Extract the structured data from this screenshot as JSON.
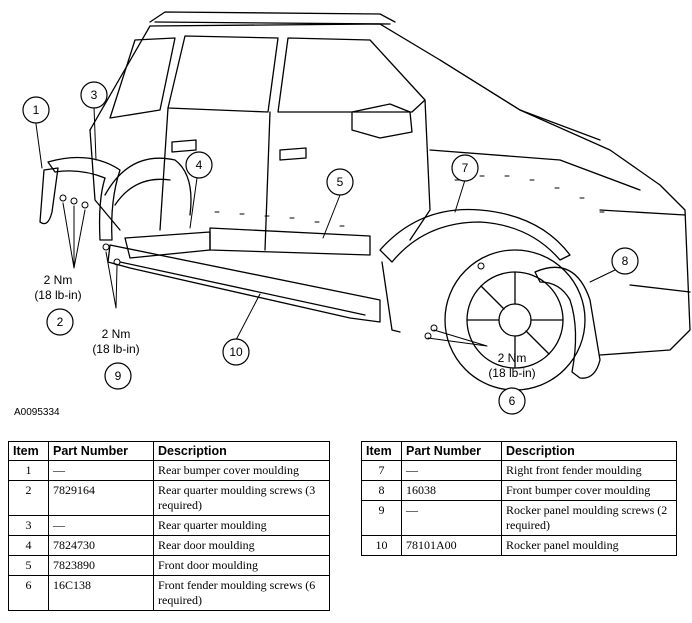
{
  "figure": {
    "reference_code": "A0095334",
    "callouts": [
      "1",
      "2",
      "3",
      "4",
      "5",
      "6",
      "7",
      "8",
      "9",
      "10"
    ],
    "torque_labels": [
      {
        "line1": "2 Nm",
        "line2": "(18 lb-in)"
      },
      {
        "line1": "2 Nm",
        "line2": "(18 lb-in)"
      },
      {
        "line1": "2 Nm",
        "line2": "(18 lb-in)"
      }
    ]
  },
  "table_headers": {
    "item": "Item",
    "part_number": "Part Number",
    "description": "Description"
  },
  "table_left": [
    {
      "item": "1",
      "part": "—",
      "desc": "Rear bumper cover moulding"
    },
    {
      "item": "2",
      "part": "7829164",
      "desc": "Rear quarter moulding screws (3 required)"
    },
    {
      "item": "3",
      "part": "—",
      "desc": "Rear quarter moulding"
    },
    {
      "item": "4",
      "part": "7824730",
      "desc": "Rear door moulding"
    },
    {
      "item": "5",
      "part": "7823890",
      "desc": "Front door moulding"
    },
    {
      "item": "6",
      "part": "16C138",
      "desc": "Front fender moulding screws (6 required)"
    }
  ],
  "table_right": [
    {
      "item": "7",
      "part": "—",
      "desc": "Right front fender moulding"
    },
    {
      "item": "8",
      "part": "16038",
      "desc": "Front bumper cover moulding"
    },
    {
      "item": "9",
      "part": "—",
      "desc": "Rocker panel moulding screws (2 required)"
    },
    {
      "item": "10",
      "part": "78101A00",
      "desc": "Rocker panel moulding"
    }
  ]
}
